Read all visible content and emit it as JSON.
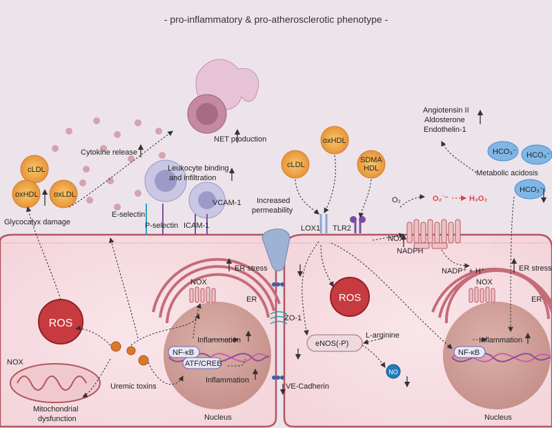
{
  "title": "- pro-inflammatory & pro-atherosclerotic phenotype -",
  "labels": {
    "net_production": "NET production",
    "cytokine_release": "Cytokine release",
    "leukocyte_binding_1": "Leukocyte binding",
    "leukocyte_binding_2": "and infiltration",
    "cldl": "cLDL",
    "oxhdl": "oxHDL",
    "oxldl": "oxLDL",
    "glycocalyx": "Glycocalyx damage",
    "e_selectin": "E-selectin",
    "p_selectin": "P-selectin",
    "icam": "ICAM-1",
    "vcam": "VCAM-1",
    "increased_perm_1": "Increased",
    "increased_perm_2": "permeability",
    "lox1": "LOX1",
    "tlr2": "TLR2",
    "cldl2": "cLDL",
    "oxhdl2": "oxHDL",
    "sdma_1": "SDMA",
    "sdma_2": "HDL",
    "o2": "O₂",
    "superoxide": "O₂˙⁻",
    "h2o2": "H₂O₂",
    "nox_membrane": "NOX",
    "nadph": "NADPH",
    "nadp": "NADP⁺ + H⁺",
    "angiotensin": "Angiotensin II",
    "aldosterone": "Aldosterone",
    "endothelin": "Endothelin-1",
    "metabolic_acidosis": "Metabolic acidosis",
    "hco3": "HCO₃⁻",
    "er_stress_left": "ER stress",
    "er_stress_right": "ER stress",
    "nox_left": "NOX",
    "nox_right": "NOX",
    "er_left": "ER",
    "er_right": "ER",
    "ros_left": "ROS",
    "ros_right": "ROS",
    "nox_mito": "NOX",
    "mito_1": "Mitochondrial",
    "mito_2": "dysfunction",
    "uremic": "Uremic toxins",
    "nfkb_left": "NF-κB",
    "atf": "ATF/CREB",
    "inflam_1": "Inflammation",
    "inflam_2": "Inflammation",
    "nucleus_left": "Nucleus",
    "zo1": "ZO-1",
    "ve_cadherin": "VE-Cadherin",
    "enos": "eNOS(-P)",
    "l_arginine": "L-arginine",
    "no": "NO",
    "nfkb_right": "NF-κB",
    "inflam_3": "Inflammation",
    "nucleus_right": "Nucleus"
  }
}
